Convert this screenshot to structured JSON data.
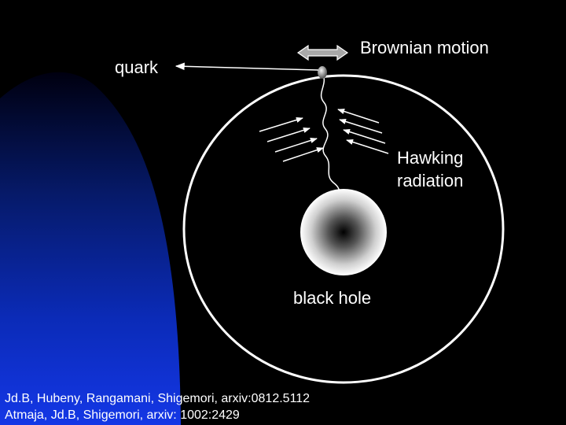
{
  "labels": {
    "quark": "quark",
    "brownian_motion": "Brownian motion",
    "hawking_line1": "Hawking",
    "hawking_line2": "radiation",
    "black_hole": "black hole"
  },
  "citations": [
    "Jd.B, Hubeny, Rangamani, Shigemori, arxiv:0812.5112",
    "Atmaja, Jd.B, Shigemori, arxiv: 1002:2429"
  ],
  "colors": {
    "background": "#000000",
    "blue_glow": "#1030d0",
    "lines": "#ffffff",
    "double_arrow": "#a8a8a8"
  }
}
